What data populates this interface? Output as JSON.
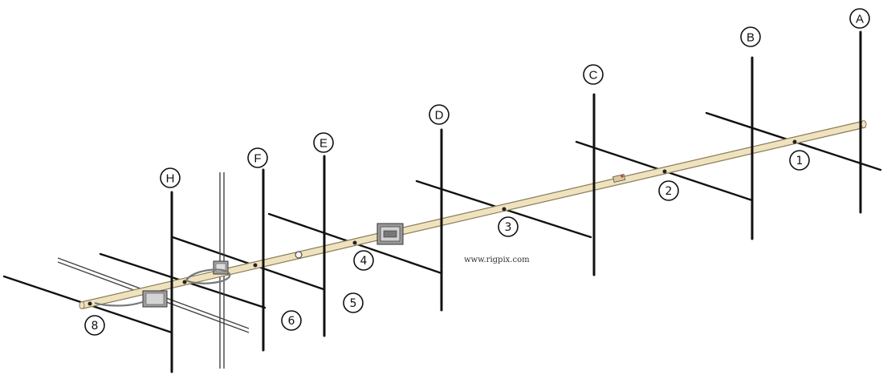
{
  "diagram": {
    "watermark": "www.rigpix.com",
    "colors": {
      "boom": "#efe3bf",
      "boom_edge": "#8a7a55",
      "element": "#111111",
      "background": "#ffffff"
    },
    "vertical_element_labels": [
      "A",
      "B",
      "C",
      "D",
      "E",
      "F",
      "H"
    ],
    "horizontal_element_labels": [
      "1",
      "2",
      "3",
      "4",
      "5",
      "6",
      "8"
    ]
  }
}
